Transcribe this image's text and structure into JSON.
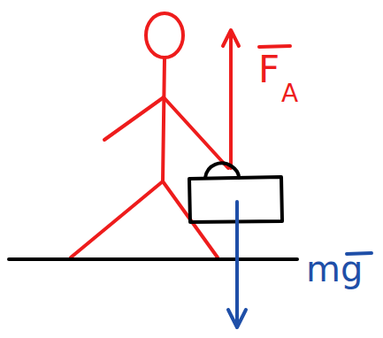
{
  "diagram": {
    "labels": [
      "F",
      "A",
      "mg"
    ]
  }
}
